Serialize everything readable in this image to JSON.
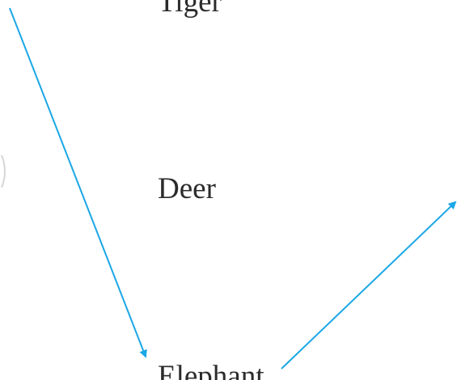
{
  "diagram": {
    "nodes": [
      {
        "id": "tiger",
        "label": "Tiger"
      },
      {
        "id": "deer",
        "label": "Deer"
      },
      {
        "id": "elephant",
        "label": "Elephant"
      }
    ],
    "edges": [
      {
        "from": "off-canvas-top-left",
        "to": "elephant"
      },
      {
        "from": "elephant",
        "to": "off-canvas-right"
      }
    ],
    "colors": {
      "arrow": "#1aa7e6",
      "text": "#2b2b2b",
      "background": "#ffffff"
    }
  }
}
